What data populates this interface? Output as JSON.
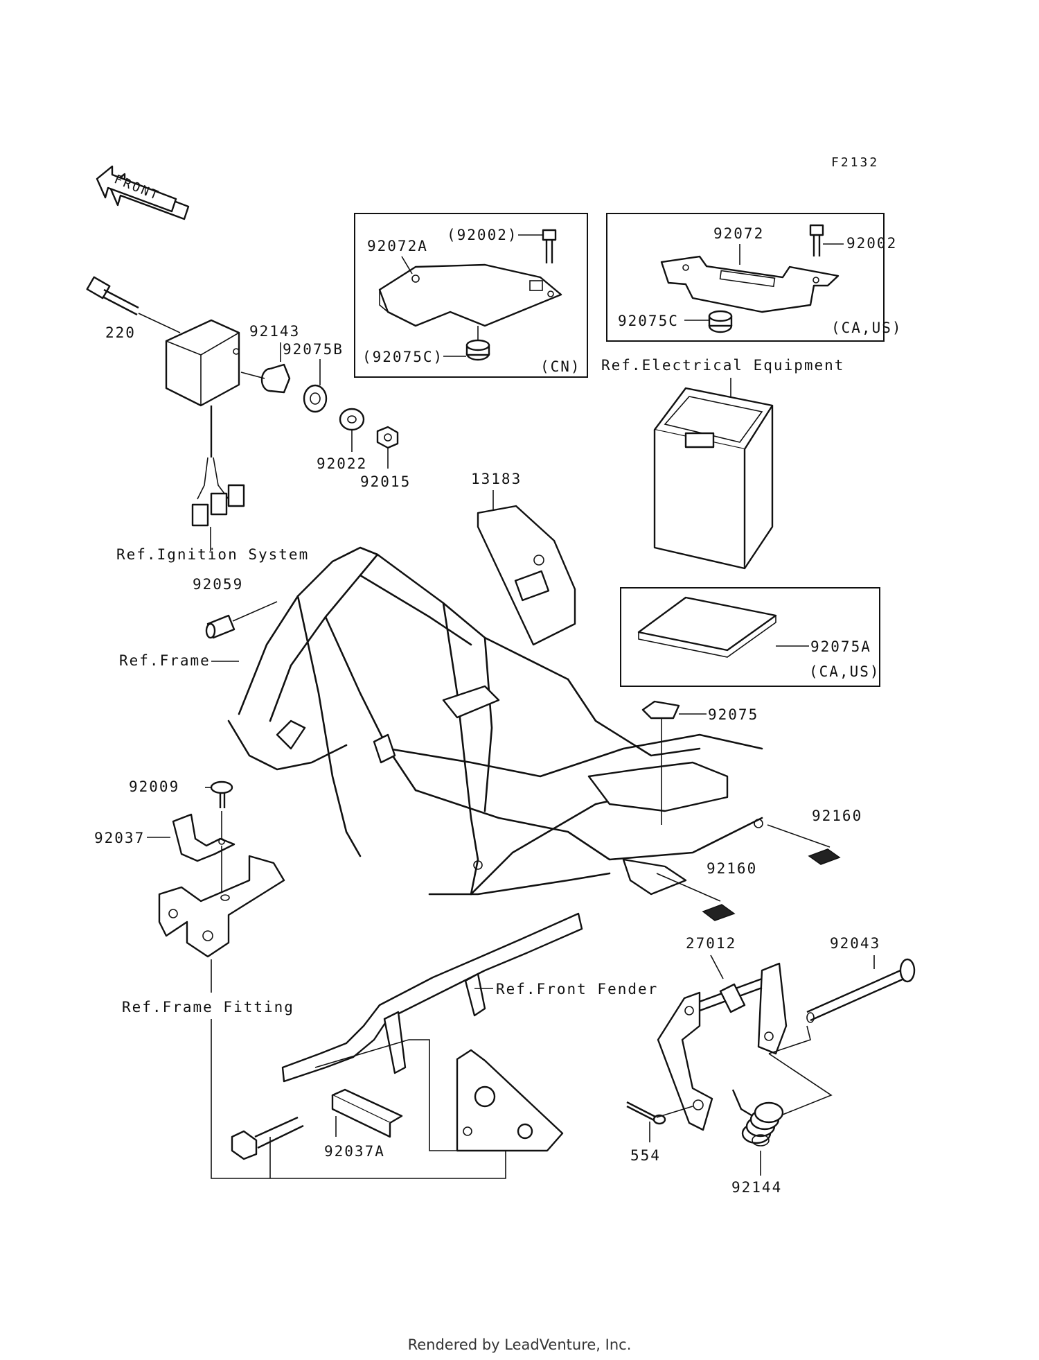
{
  "diagram": {
    "figure_code": "F2132",
    "direction_label": "FRONT",
    "parts": {
      "p220": "220",
      "p92143": "92143",
      "p92075B": "92075B",
      "p92022": "92022",
      "p92015": "92015",
      "ref_ignition": "Ref.Ignition System",
      "p92072A": "92072A",
      "p92002_cn": "(92002)",
      "p92075C_cn": "(92075C)",
      "tag_cn": "(CN)",
      "p92072": "92072",
      "p92002": "92002",
      "p92075C": "92075C",
      "tag_ca_us_1": "(CA,US)",
      "ref_electrical": "Ref.Electrical Equipment",
      "p13183": "13183",
      "p92075A": "92075A",
      "tag_ca_us_2": "(CA,US)",
      "p92059": "92059",
      "ref_frame": "Ref.Frame",
      "p92075": "92075",
      "p92009": "92009",
      "p92037": "92037",
      "p92160_a": "92160",
      "p92160_b": "92160",
      "p27012": "27012",
      "p92043": "92043",
      "ref_front_fender": "Ref.Front Fender",
      "ref_frame_fitting": "Ref.Frame Fitting",
      "p92037A": "92037A",
      "p554": "554",
      "p92144": "92144"
    }
  },
  "footer": {
    "rendered_by": "Rendered by LeadVenture, Inc."
  }
}
